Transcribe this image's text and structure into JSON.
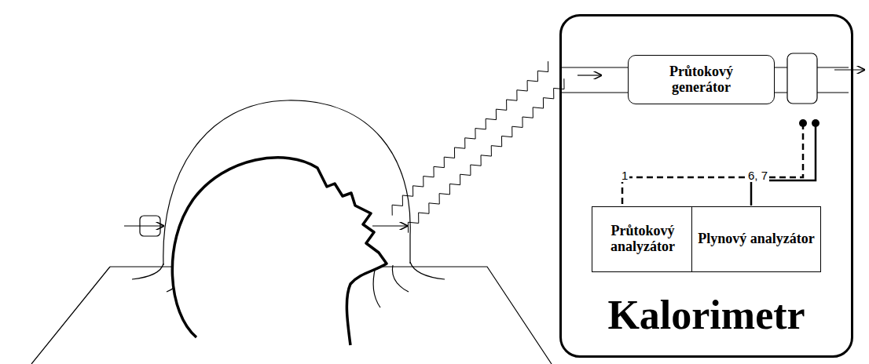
{
  "diagram": {
    "nodes": [
      {
        "text": [
          "Kalorimetr"
        ]
      },
      {
        "text": [
          "Průtokový generátor"
        ],
        "in": 0
      },
      {
        "text": [
          "Průtokový analyzátor"
        ],
        "in": 0
      },
      {
        "text": [
          "Plynový analyzátor"
        ],
        "in": 0
      }
    ],
    "labels": [
      "1",
      "6, 7"
    ]
  }
}
